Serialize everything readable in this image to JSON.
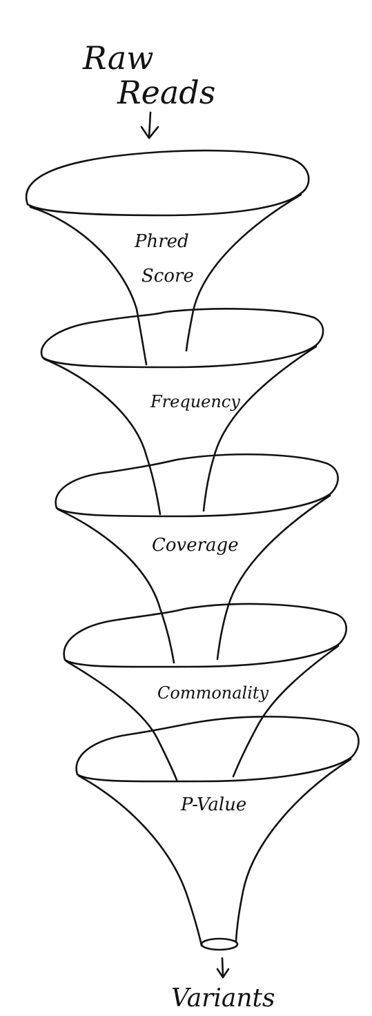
{
  "diagram": {
    "input": {
      "line1": "Raw",
      "line2": "Reads"
    },
    "stages": [
      {
        "line1": "Phred",
        "line2": "Score"
      },
      {
        "line1": "Frequency"
      },
      {
        "line1": "Coverage"
      },
      {
        "line1": "Commonality"
      },
      {
        "line1": "P-Value"
      }
    ],
    "output": "Variants",
    "ink_color": "#111111",
    "background_color": "#ffffff"
  }
}
